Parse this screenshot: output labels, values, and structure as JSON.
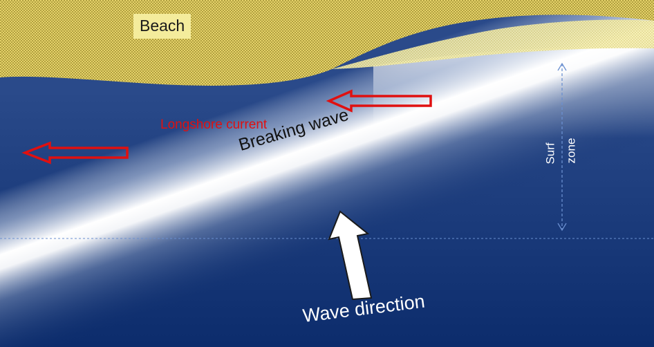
{
  "labels": {
    "beach": "Beach",
    "longshore_current": "Longshore current",
    "breaking_wave": "Breaking wave",
    "surf": "Surf",
    "zone": "zone",
    "wave_direction": "Wave direction"
  },
  "colors": {
    "sand": "#e6d36a",
    "sand_light": "#f4ec9c",
    "sand_dot": "#8a7a22",
    "deep_water": "#0a2a66",
    "foam": "#ffffff",
    "current_arrow": "#e01010",
    "guide_line": "#6a8fd0"
  },
  "icons": {
    "current_arrows": "left-arrow-outline",
    "wave_arrow": "up-arrow-outline",
    "surf_zone_marker": "double-headed-vertical-arrow"
  }
}
